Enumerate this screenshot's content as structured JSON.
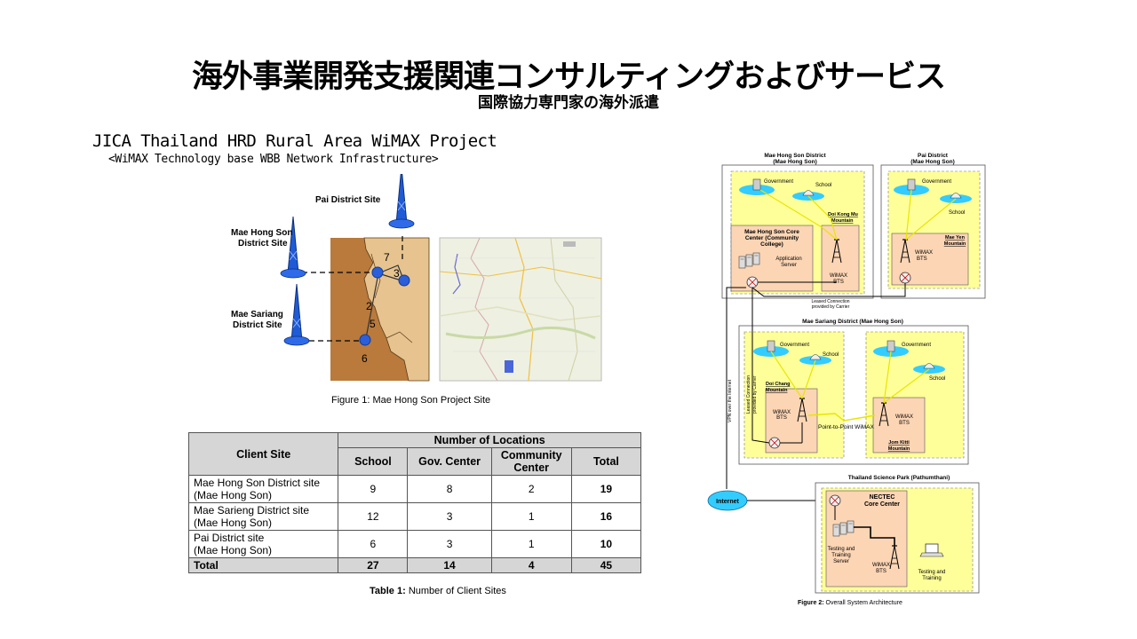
{
  "header": {
    "title": "海外事業開発支援関連コンサルティングおよびサービス",
    "subtitle": "国際協力専門家の海外派遣"
  },
  "project": {
    "title": "JICA Thailand HRD Rural Area WiMAX Project",
    "subtitle": "<WiMAX Technology base WBB Network Infrastructure>"
  },
  "figure1": {
    "caption": "Figure 1: Mae Hong Son Project Site",
    "site_pai": "Pai District Site",
    "site_mhs_1": "Mae Hong Son",
    "site_mhs_2": "District Site",
    "site_ms_1": "Mae Sariang",
    "site_ms_2": "District Site",
    "map_numbers": [
      "7",
      "3",
      "2",
      "5",
      "6"
    ]
  },
  "table1": {
    "caption_bold": "Table 1:",
    "caption_rest": " Number of Client Sites",
    "header_client": "Client Site",
    "header_locations": "Number of Locations",
    "columns": [
      "School",
      "Gov. Center",
      "Community Center",
      "Total"
    ],
    "rows": [
      {
        "site": "Mae Hong Son District site",
        "sub": "(Mae Hong Son)",
        "school": "9",
        "gov": "8",
        "community": "2",
        "total": "19"
      },
      {
        "site": "Mae Sarieng District site",
        "sub": "(Mae Hong Son)",
        "school": "12",
        "gov": "3",
        "community": "1",
        "total": "16"
      },
      {
        "site": "Pai District site",
        "sub": "(Mae Hong Son)",
        "school": "6",
        "gov": "3",
        "community": "1",
        "total": "10"
      }
    ],
    "total_row": {
      "label": "Total",
      "school": "27",
      "gov": "14",
      "community": "4",
      "total": "45"
    }
  },
  "figure2": {
    "caption_bold": "Figure 2:",
    "caption_rest": " Overall System Architecture",
    "mhs_district_1": "Mae Hong Son District",
    "mhs_district_2": "(Mae Hong Son)",
    "pai_district_1": "Pai District",
    "pai_district_2": "(Mae Hong Son)",
    "government": "Government",
    "school": "School",
    "doi_kong_mu_1": "Doi Kong Mu",
    "doi_kong_mu_2": "Mountain",
    "mae_yen_1": "Mae Yen",
    "mae_yen_2": "Mountain",
    "core_center_1": "Mae Hong Son Core",
    "core_center_2": "Center (Community",
    "core_center_3": "College)",
    "app_server_1": "Application",
    "app_server_2": "Server",
    "wimax": "WiMAX",
    "bts": "BTS",
    "leased_1": "Leased Connection",
    "leased_2": "provided by Carrier",
    "mae_sariang_district": "Mae Sariang District (Mae Hong Son)",
    "doi_chang_1": "Doi Chang",
    "doi_chang_2": "Mountain",
    "jom_kitti": "Jom Kitti",
    "mountain": "Mountain",
    "ptp": "Point-to-Point WiMAX",
    "vpn": "VPN over the Internet",
    "leased_vertical_1": "Leased Connection",
    "leased_vertical_2": "provided by Carrier",
    "science_park": "Thailand Science Park (Pathumthani)",
    "internet": "Internet",
    "nectec_1": "NECTEC",
    "nectec_2": "Core Center",
    "testing_server_1": "Testing and",
    "testing_server_2": "Training",
    "testing_server_3": "Server",
    "testing_training_1": "Testing and",
    "testing_training_2": "Training"
  },
  "colors": {
    "district_yellow": "#ffff99",
    "core_salmon": "#fcd5b4",
    "ellipse_cyan": "#33ccff",
    "map_brown": "#b97a3c",
    "map_tan": "#e6c38f",
    "marker_blue": "#2b5fd9",
    "tower_blue": "#1f5bd6"
  }
}
